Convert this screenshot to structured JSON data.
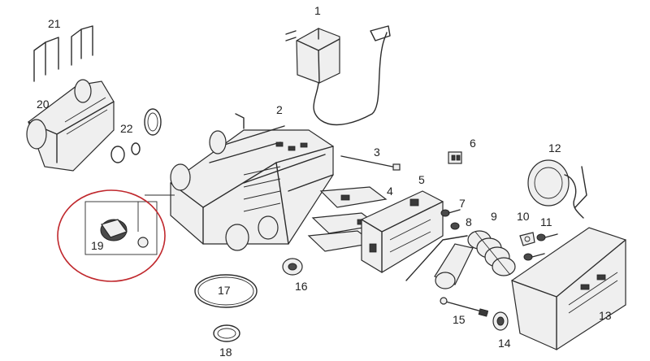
{
  "colors": {
    "highlight_ring": "#c0282d",
    "line_art": "#2b2b2b"
  },
  "callouts": [
    {
      "id": "1",
      "label": "1"
    },
    {
      "id": "2",
      "label": "2"
    },
    {
      "id": "3",
      "label": "3"
    },
    {
      "id": "4",
      "label": "4"
    },
    {
      "id": "5",
      "label": "5"
    },
    {
      "id": "6",
      "label": "6"
    },
    {
      "id": "7",
      "label": "7"
    },
    {
      "id": "8",
      "label": "8"
    },
    {
      "id": "9",
      "label": "9"
    },
    {
      "id": "10",
      "label": "10"
    },
    {
      "id": "11",
      "label": "11"
    },
    {
      "id": "12",
      "label": "12"
    },
    {
      "id": "13",
      "label": "13"
    },
    {
      "id": "14",
      "label": "14"
    },
    {
      "id": "15",
      "label": "15"
    },
    {
      "id": "16",
      "label": "16"
    },
    {
      "id": "17",
      "label": "17"
    },
    {
      "id": "18",
      "label": "18"
    },
    {
      "id": "19",
      "label": "19"
    },
    {
      "id": "20",
      "label": "20"
    },
    {
      "id": "21",
      "label": "21"
    },
    {
      "id": "22",
      "label": "22"
    }
  ],
  "highlighted_part": "19"
}
